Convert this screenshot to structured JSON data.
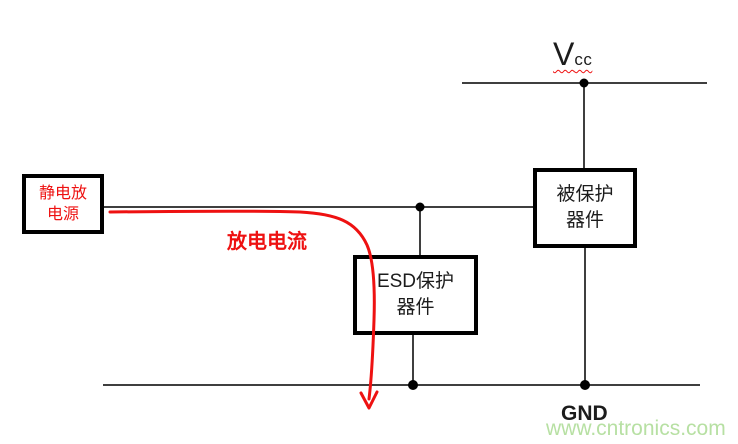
{
  "colors": {
    "accent-red": "#ee1111",
    "wire-gray": "#3f3f3f",
    "node-black": "#000000",
    "text-dark": "#1c1c1c",
    "watermark-green": "#b7e0a3"
  },
  "labels": {
    "vcc_main": "V",
    "vcc_sub": "cc",
    "gnd": "GND",
    "discharge_current": "放电电流"
  },
  "boxes": {
    "esd_source": "静电放\n电源",
    "esd_protector": "ESD保护\n器件",
    "protected_device": "被保护\n器件"
  },
  "watermark": "www.cntronics.com"
}
